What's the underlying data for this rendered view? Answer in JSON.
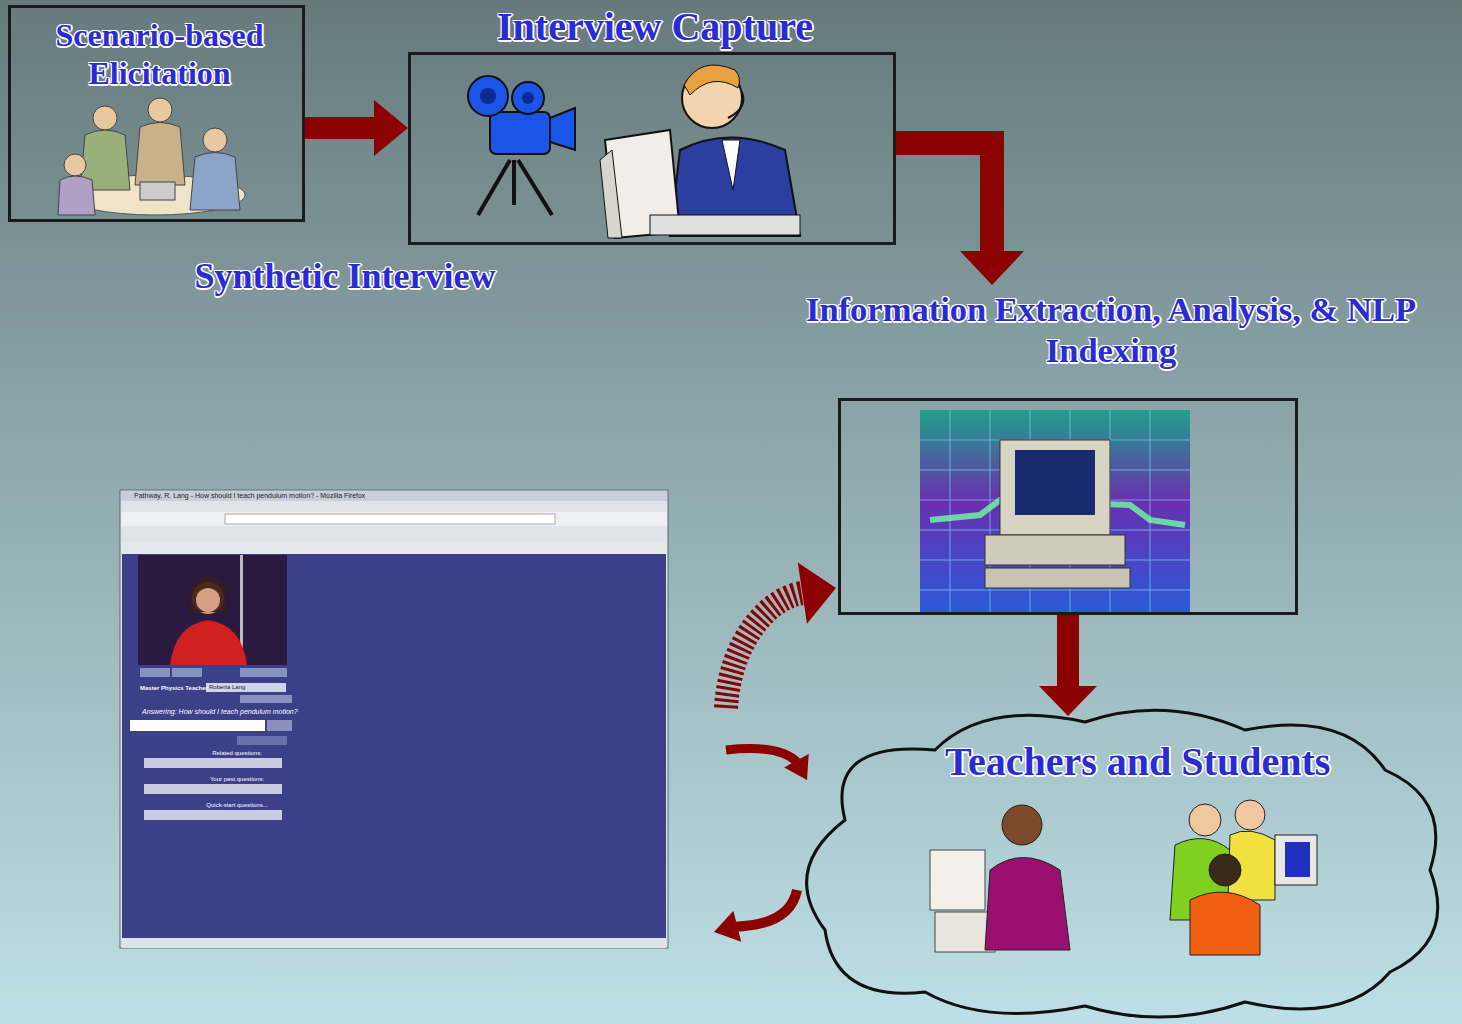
{
  "diagram": {
    "nodes": [
      {
        "text": [
          "Scenario-based Elicitation"
        ]
      },
      {
        "text": [
          "Interview Capture"
        ]
      },
      {
        "text": [
          "Information Extraction, Analysis, & NLP Indexing"
        ]
      },
      {
        "text": [
          "Teachers and Students"
        ]
      },
      {
        "text": [
          "Pathway, R. Lang - How should I teach pendulum motion? - Mozilla Firefox",
          "Master Physics Teacher",
          "Roberta Lang",
          "Answering: How should I teach pendulum motion?",
          "Related questions:",
          "Your past questions:",
          "Quick-start questions..."
        ]
      }
    ],
    "edges": [
      {
        "from": 0,
        "to": 1,
        "arrow": "to"
      },
      {
        "from": 1,
        "to": 2,
        "arrow": "to"
      },
      {
        "from": 2,
        "to": 3,
        "arrow": "to"
      },
      {
        "from": 4,
        "to": 2,
        "arrow": "to"
      },
      {
        "from": 4,
        "to": 3,
        "arrow": "to"
      },
      {
        "from": 3,
        "to": 4,
        "arrow": "to"
      }
    ],
    "labels": [
      "Synthetic Interview"
    ]
  }
}
